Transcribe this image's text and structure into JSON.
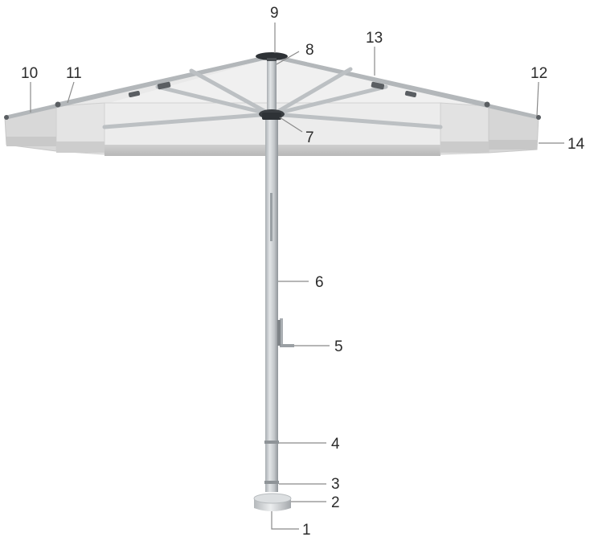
{
  "callouts": {
    "c1": "1",
    "c2": "2",
    "c3": "3",
    "c4": "4",
    "c5": "5",
    "c6": "6",
    "c7": "7",
    "c8": "8",
    "c9": "9",
    "c10": "10",
    "c11": "11",
    "c12": "12",
    "c13": "13",
    "c14": "14"
  },
  "colors": {
    "canopy": "#e8e8e8",
    "canopy_shade": "#d2d2d2",
    "pole": "#c4c8cb",
    "pole_dark": "#9fa4a8",
    "frame": "#b9bdc0",
    "hub": "#2e3236"
  }
}
